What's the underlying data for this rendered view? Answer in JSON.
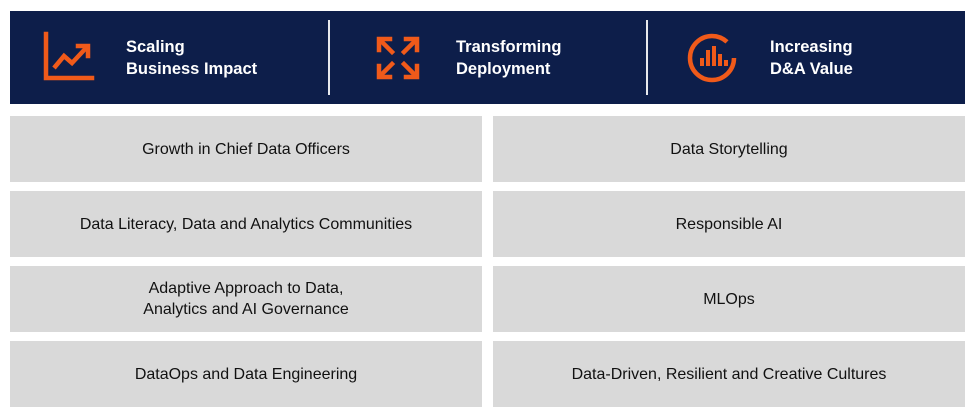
{
  "header": {
    "columns": [
      {
        "title": "Scaling\nBusiness Impact",
        "icon": "line-chart-icon"
      },
      {
        "title": "Transforming\nDeployment",
        "icon": "expand-arrows-icon"
      },
      {
        "title": "Increasing\nD&A Value",
        "icon": "circular-bar-chart-icon"
      }
    ],
    "accent_color": "#f05a1a",
    "background_color": "#0d1e4a"
  },
  "grid": {
    "cell_color": "#d9d9d9",
    "left": [
      "Growth in Chief Data Officers",
      "Data Literacy, Data and Analytics Communities",
      "Adaptive Approach to Data,\nAnalytics and AI Governance",
      "DataOps and Data Engineering"
    ],
    "right": [
      "Data Storytelling",
      "Responsible AI",
      "MLOps",
      "Data-Driven, Resilient and Creative Cultures"
    ]
  }
}
